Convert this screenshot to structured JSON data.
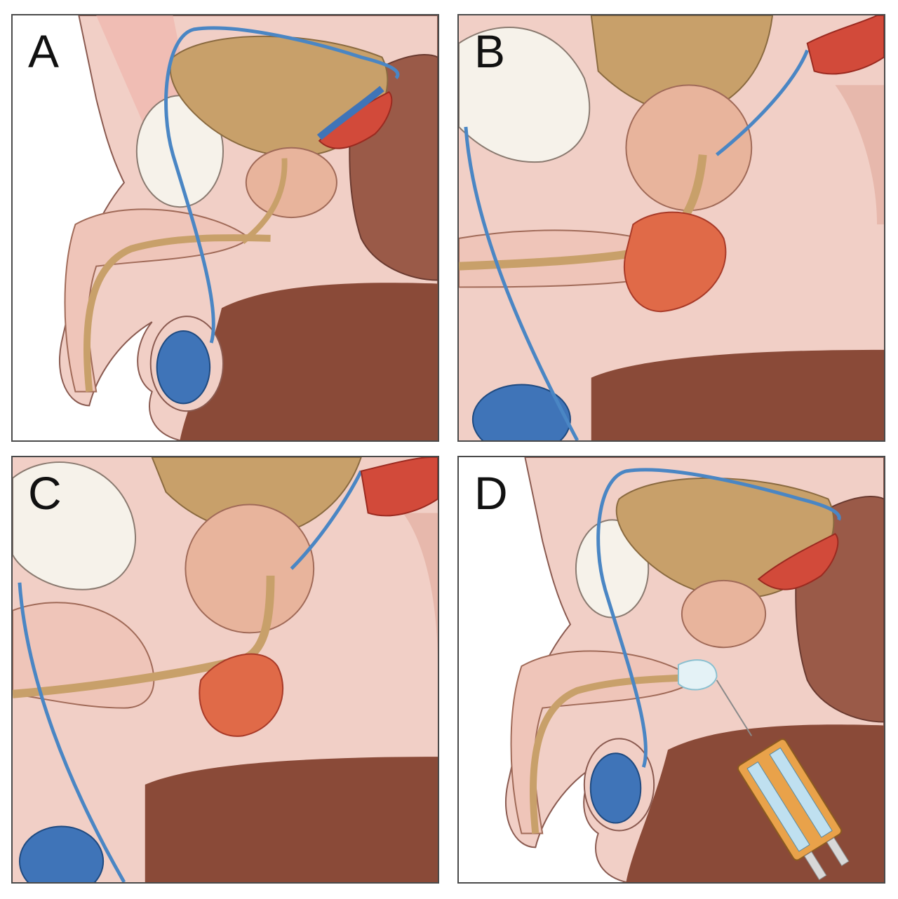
{
  "panels": [
    {
      "id": "A",
      "label": "A"
    },
    {
      "id": "B",
      "label": "B"
    },
    {
      "id": "C",
      "label": "C"
    },
    {
      "id": "D",
      "label": "D"
    }
  ],
  "colors": {
    "background": "#f3dcd6",
    "skin": "#f1cfc6",
    "deep_tissue": "#8a4a38",
    "bladder": "#c8a06a",
    "prostate": "#e8b49c",
    "vas_deferens": "#4a86c4",
    "testis": "#3f74b8",
    "seminal_vesicle_red": "#d24a3a",
    "hematoma": "#e06a48",
    "rectum": "#9a5a48",
    "bone": "#f6f2ea",
    "syringe_body": "#e9a24a"
  }
}
